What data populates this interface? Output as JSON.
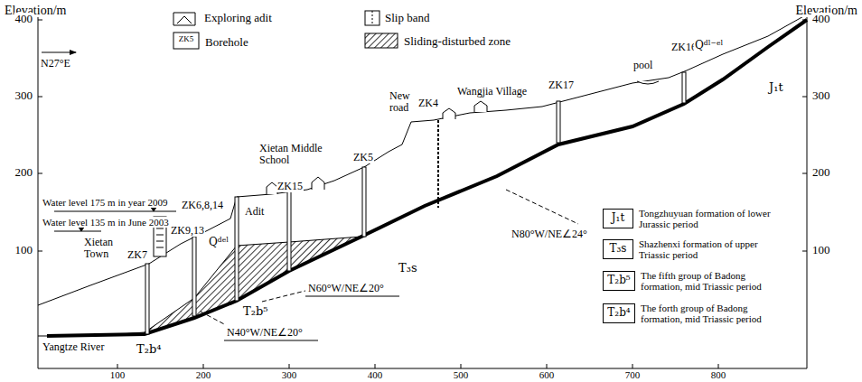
{
  "diagram": {
    "nodes": [
      {
        "text": [
          "J₁t",
          "Tongzhuyuan formation of lower Jurassic period"
        ]
      },
      {
        "text": [
          "T₃s",
          "Shazhenxi formation of upper Triassic period"
        ]
      },
      {
        "text": [
          "T₂b⁵",
          "The fifth group of Badong formation, mid Triassic period"
        ]
      },
      {
        "text": [
          "T₂b⁴",
          "The forth group of Badong formation, mid Triassic period"
        ]
      }
    ],
    "labels": [
      "Elevation/m",
      "Elevation/m",
      "400",
      "300",
      "200",
      "100",
      "400",
      "300",
      "200",
      "100",
      "100",
      "200",
      "300",
      "400",
      "500",
      "600",
      "700",
      "800",
      "N27°E",
      "ZK5",
      "Water level 175 m in year 2009",
      "Water level 135 m in June 2003",
      "Yangtze River",
      "Xietan Town",
      "ZK7",
      "ZK9,13",
      "ZK6,8,14",
      "Adit",
      "Qᵈᵉˡ",
      "Xietan Middle School",
      "ZK15",
      "ZK5",
      "New road",
      "ZK4",
      "Wangjia Village",
      "ZK17",
      "ZK16",
      "pool",
      "Qᵈˡ⁻ᵉˡ",
      "J₁t",
      "T₃s",
      "T₂b⁵",
      "T₂b⁴",
      "N80°W/NE∠24°",
      "N60°W/NE∠20°",
      "N40°W/NE∠20°"
    ],
    "legend": [
      {
        "text": "Exploring adit"
      },
      {
        "text": "Borehole"
      },
      {
        "text": "Slip band"
      },
      {
        "text": "Sliding-disturbed zone"
      }
    ]
  }
}
